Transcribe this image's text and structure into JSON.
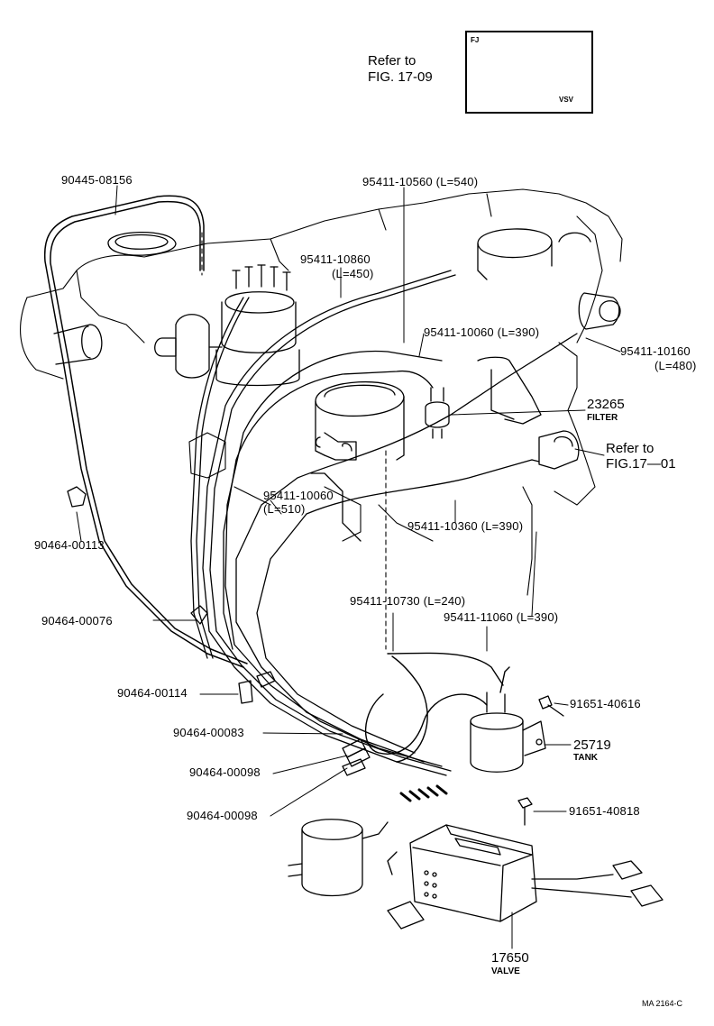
{
  "refer_top": {
    "line1": "Refer to",
    "line2": "FIG. 17-09"
  },
  "thumbnail": {
    "corner_code": "FJ",
    "vsv_label": "VSV"
  },
  "refer_right": {
    "line1": "Refer to",
    "line2": "FIG.17—01"
  },
  "labels": {
    "p90445_08156": "90445-08156",
    "p95411_10560": "95411-10560 (L=540)",
    "p95411_10860": "95411-10860",
    "p95411_10860_len": "(L=450)",
    "p95411_10060_a": "95411-10060 (L=390)",
    "p95411_10160": "95411-10160",
    "p95411_10160_len": "(L=480)",
    "p23265": "23265",
    "p23265_sub": "FILTER",
    "p95411_10060_b": "95411-10060",
    "p95411_10060_b_len": "(L=510)",
    "p95411_10360": "95411-10360 (L=390)",
    "p90464_00113": "90464-00113",
    "p95411_10730": "95411-10730 (L=240)",
    "p95411_11060": "95411-11060 (L=390)",
    "p90464_00076": "90464-00076",
    "p90464_00114": "90464-00114",
    "p91651_40616": "91651-40616",
    "p90464_00083": "90464-00083",
    "p25719": "25719",
    "p25719_sub": "TANK",
    "p90464_00098_a": "90464-00098",
    "p90464_00098_b": "90464-00098",
    "p91651_40818": "91651-40818",
    "p17650": "17650",
    "p17650_sub": "VALVE"
  },
  "footer_code": "MA 2164-C"
}
